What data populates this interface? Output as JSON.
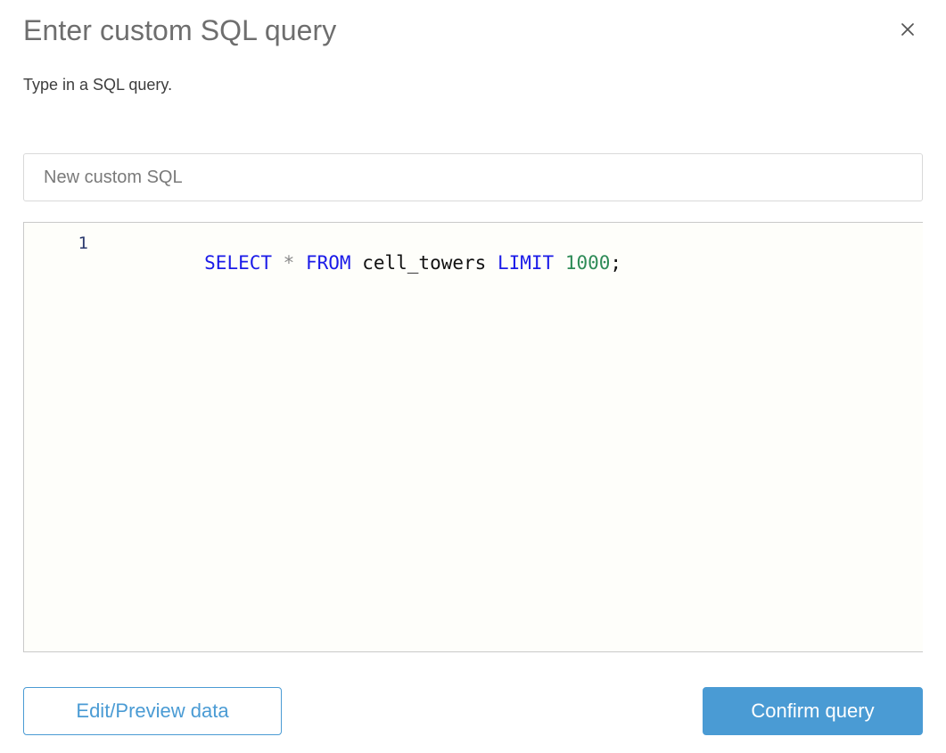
{
  "dialog": {
    "title": "Enter custom SQL query",
    "subtitle": "Type in a SQL query.",
    "close_icon": "close-icon"
  },
  "name_field": {
    "value": "",
    "placeholder": "New custom SQL"
  },
  "editor": {
    "line_numbers": [
      "1"
    ],
    "query_text": "SELECT * FROM cell_towers LIMIT 1000;",
    "tokens": [
      {
        "text": "SELECT",
        "type": "keyword"
      },
      {
        "text": " ",
        "type": "plain"
      },
      {
        "text": "*",
        "type": "operator"
      },
      {
        "text": " ",
        "type": "plain"
      },
      {
        "text": "FROM",
        "type": "keyword"
      },
      {
        "text": " ",
        "type": "plain"
      },
      {
        "text": "cell_towers",
        "type": "ident"
      },
      {
        "text": " ",
        "type": "plain"
      },
      {
        "text": "LIMIT",
        "type": "keyword"
      },
      {
        "text": " ",
        "type": "plain"
      },
      {
        "text": "1000",
        "type": "number"
      },
      {
        "text": ";",
        "type": "punct"
      }
    ]
  },
  "footer": {
    "edit_preview_label": "Edit/Preview data",
    "confirm_label": "Confirm query"
  },
  "colors": {
    "accent_blue": "#4a9bd4",
    "keyword_blue": "#1a1ae8",
    "number_green": "#2e8b57",
    "operator_gray": "#8a8a8a",
    "title_gray": "#6e6e6e",
    "editor_bg": "#fefefa",
    "gutter_navy": "#2c3a6e"
  }
}
